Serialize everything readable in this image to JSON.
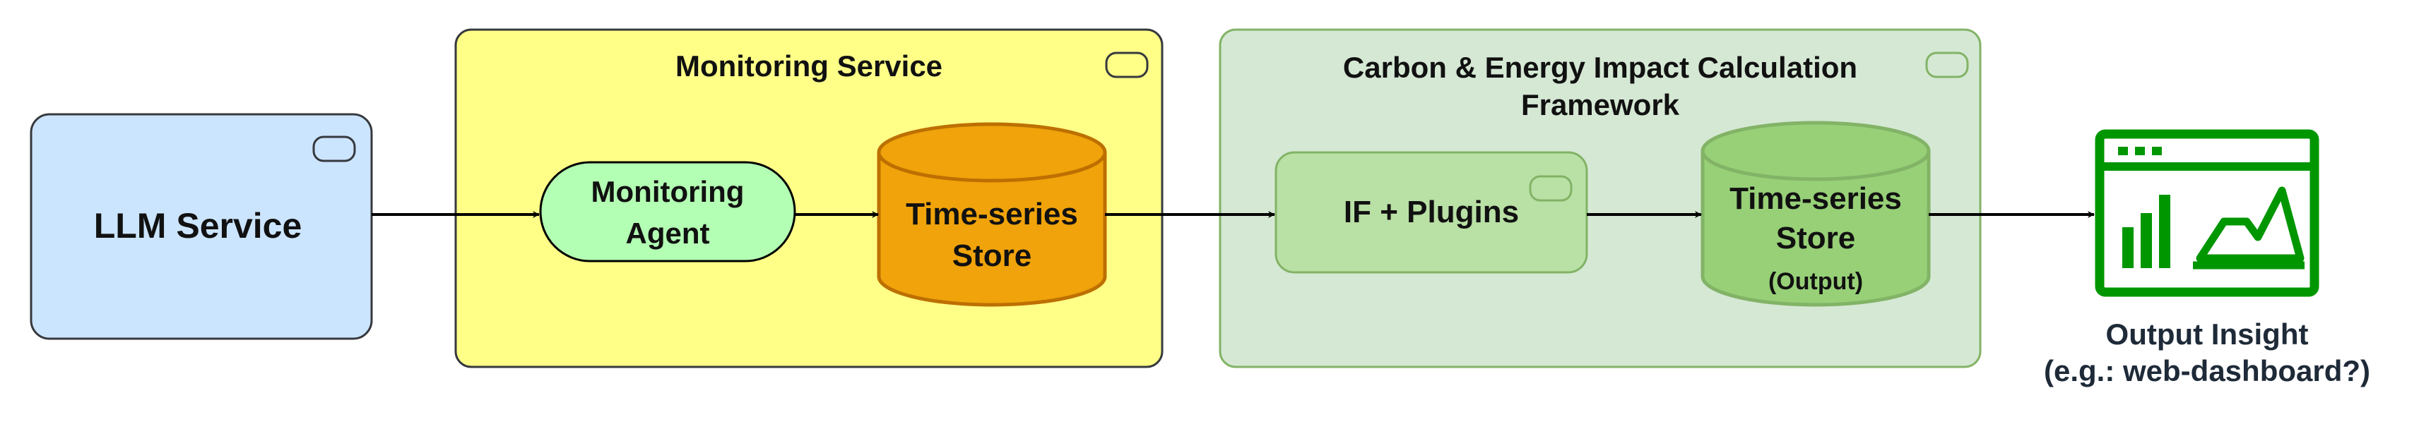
{
  "nodes": {
    "llm_service": {
      "label": "LLM Service"
    },
    "monitoring_service": {
      "label": "Monitoring Service"
    },
    "monitoring_agent": {
      "line1": "Monitoring",
      "line2": "Agent"
    },
    "ts_store": {
      "line1": "Time-series",
      "line2": "Store"
    },
    "carbon_framework": {
      "line1": "Carbon & Energy Impact Calculation",
      "line2": "Framework"
    },
    "if_plugins": {
      "label": "IF + Plugins"
    },
    "ts_store_output": {
      "line1": "Time-series",
      "line2": "Store",
      "line3": "(Output)"
    },
    "output_insight": {
      "line1": "Output Insight",
      "line2": "(e.g.: web-dashboard?)"
    }
  },
  "colors": {
    "llm_fill": "#cce5ff",
    "monitoring_fill": "#ffff88",
    "agent_fill": "#b3ffb3",
    "store_fill": "#f0a30a",
    "framework_fill": "#d5e8d4",
    "plugins_fill": "#b9e0a5",
    "store_output_fill": "#97d077",
    "dashboard_green": "#009600",
    "arrow": "#000000"
  }
}
